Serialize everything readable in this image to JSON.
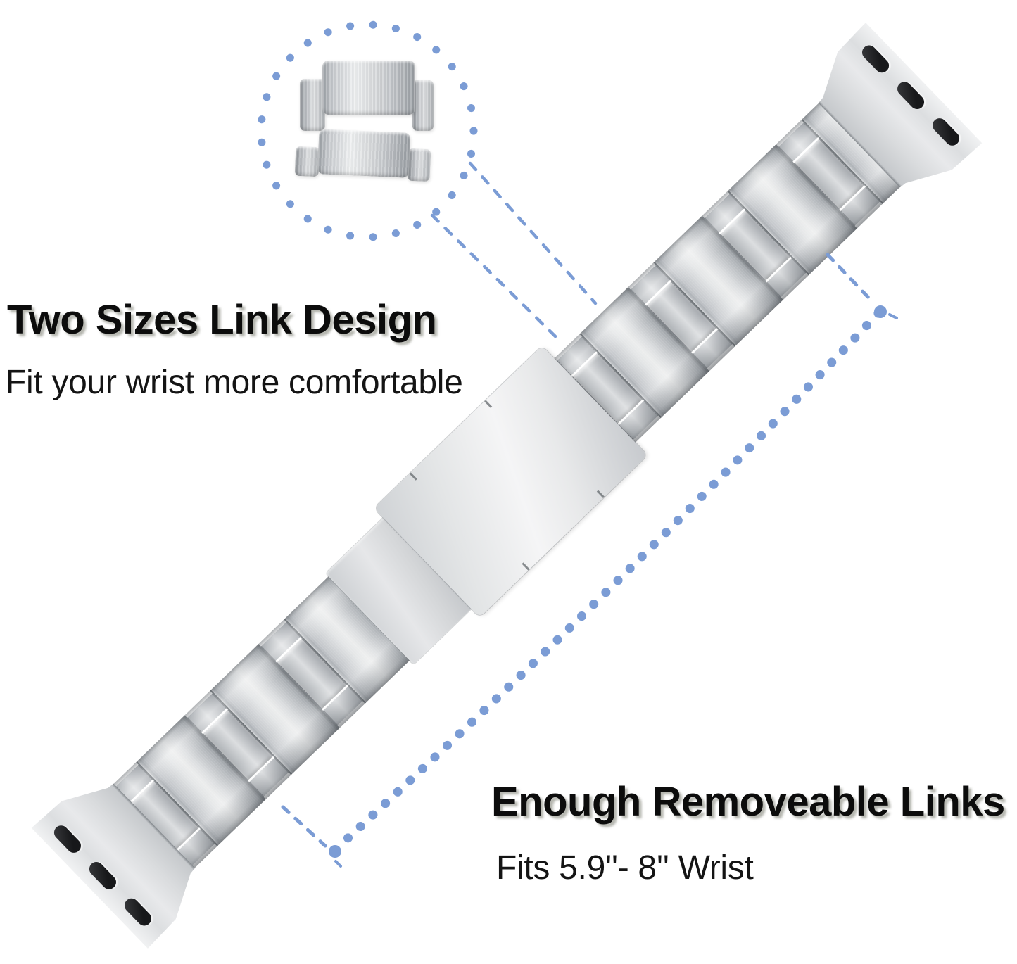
{
  "callouts": {
    "two_sizes": {
      "title": "Two Sizes Link Design",
      "subtitle": "Fit your wrist more comfortable"
    },
    "removable_links": {
      "title": "Enough Removeable Links",
      "subtitle": "Fits 5.9''- 8'' Wrist"
    }
  },
  "colors": {
    "accent_blue": "#7b9cd5",
    "text_black": "#0c0c0c",
    "title_shadow": "rgba(120,122,110,0.55)",
    "slot_black": "#17181a"
  },
  "graphics": {
    "magnifier": "dotted-magnifier-circle",
    "magnified_pieces": [
      "large-link-with-connectors",
      "small-link-with-connectors"
    ],
    "band": "stainless-steel-link-watch-band",
    "clasp": "deployment-clasp-cover",
    "adapters": "watch-lug-adapter-with-three-slots",
    "indicator": "removable-links-dotted-arc"
  }
}
